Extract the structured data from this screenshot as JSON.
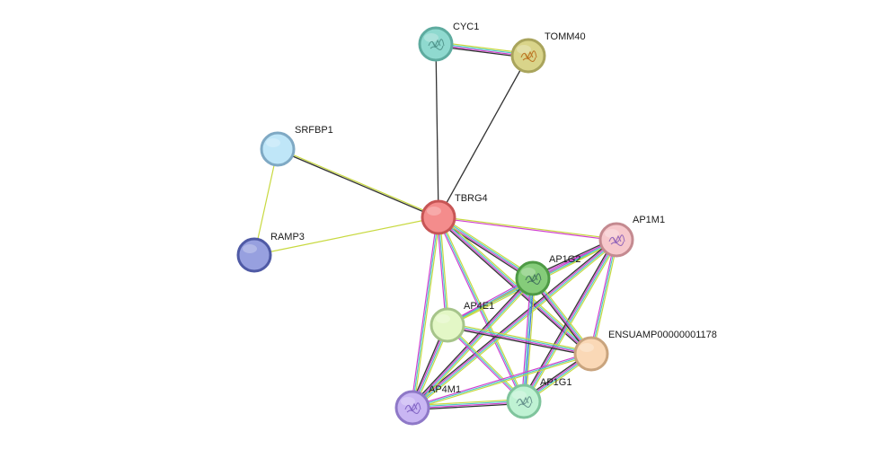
{
  "network": {
    "nodes": [
      {
        "id": "CYC1",
        "label": "CYC1",
        "fill": "#8fd9cf",
        "stroke": "#5eab9f",
        "glyph": "structure-icon",
        "glyph_color": "#4d8f86"
      },
      {
        "id": "TOMM40",
        "label": "TOMM40",
        "fill": "#d9d48a",
        "stroke": "#a9a45c",
        "glyph": "structure-icon",
        "glyph_color": "#b86a1a"
      },
      {
        "id": "SRFBP1",
        "label": "SRFBP1",
        "fill": "#bfe6f8",
        "stroke": "#7fa9c4",
        "glyph": "",
        "glyph_color": ""
      },
      {
        "id": "TBRG4",
        "label": "TBRG4",
        "fill": "#f48c8c",
        "stroke": "#c75555",
        "glyph": "",
        "glyph_color": ""
      },
      {
        "id": "RAMP3",
        "label": "RAMP3",
        "fill": "#97a0df",
        "stroke": "#4f5aa5",
        "glyph": "",
        "glyph_color": ""
      },
      {
        "id": "AP1M1",
        "label": "AP1M1",
        "fill": "#f6c8cc",
        "stroke": "#c48a90",
        "glyph": "structure-icon",
        "glyph_color": "#8a5cb8"
      },
      {
        "id": "AP1G2",
        "label": "AP1G2",
        "fill": "#85cc7a",
        "stroke": "#4e9a45",
        "glyph": "structure-icon",
        "glyph_color": "#3c6a5a"
      },
      {
        "id": "AP4E1",
        "label": "AP4E1",
        "fill": "#e3f7c6",
        "stroke": "#a6c48a",
        "glyph": "",
        "glyph_color": ""
      },
      {
        "id": "ENSUAMP00000001178",
        "label": "ENSUAMP00000001178",
        "fill": "#fad8b6",
        "stroke": "#c9a47e",
        "glyph": "",
        "glyph_color": ""
      },
      {
        "id": "AP4M1",
        "label": "AP4M1",
        "fill": "#c9b6f3",
        "stroke": "#8e78c7",
        "glyph": "structure-icon",
        "glyph_color": "#7a5cc0"
      },
      {
        "id": "AP1G1",
        "label": "AP1G1",
        "fill": "#bff2d3",
        "stroke": "#7fc49c",
        "glyph": "structure-icon",
        "glyph_color": "#5e8a86"
      }
    ],
    "edges": [
      {
        "source": "CYC1",
        "target": "TOMM40",
        "evidence": [
          "#c8d940",
          "#4ec9c9",
          "#d040d0",
          "#333333"
        ]
      },
      {
        "source": "CYC1",
        "target": "TBRG4",
        "evidence": [
          "#333333"
        ]
      },
      {
        "source": "TOMM40",
        "target": "TBRG4",
        "evidence": [
          "#333333"
        ]
      },
      {
        "source": "SRFBP1",
        "target": "TBRG4",
        "evidence": [
          "#c8d940",
          "#333333"
        ]
      },
      {
        "source": "SRFBP1",
        "target": "RAMP3",
        "evidence": [
          "#c8d940"
        ]
      },
      {
        "source": "RAMP3",
        "target": "TBRG4",
        "evidence": [
          "#c8d940"
        ]
      },
      {
        "source": "TBRG4",
        "target": "AP1M1",
        "evidence": [
          "#c8d940",
          "#d040d0"
        ]
      },
      {
        "source": "TBRG4",
        "target": "AP1G2",
        "evidence": [
          "#c8d940",
          "#4ec9c9",
          "#d040d0",
          "#333333"
        ]
      },
      {
        "source": "TBRG4",
        "target": "AP4E1",
        "evidence": [
          "#c8d940",
          "#4ec9c9",
          "#d040d0"
        ]
      },
      {
        "source": "TBRG4",
        "target": "ENSUAMP00000001178",
        "evidence": [
          "#c8d940",
          "#4ec9c9",
          "#d040d0",
          "#333333"
        ]
      },
      {
        "source": "TBRG4",
        "target": "AP4M1",
        "evidence": [
          "#c8d940",
          "#4ec9c9",
          "#d040d0"
        ]
      },
      {
        "source": "TBRG4",
        "target": "AP1G1",
        "evidence": [
          "#c8d940",
          "#4ec9c9",
          "#d040d0"
        ]
      },
      {
        "source": "AP1M1",
        "target": "AP1G2",
        "evidence": [
          "#c8d940",
          "#4ec9c9",
          "#d040d0",
          "#333333"
        ]
      },
      {
        "source": "AP1M1",
        "target": "AP4E1",
        "evidence": [
          "#c8d940",
          "#4ec9c9",
          "#d040d0"
        ]
      },
      {
        "source": "AP1M1",
        "target": "ENSUAMP00000001178",
        "evidence": [
          "#c8d940",
          "#4ec9c9",
          "#d040d0"
        ]
      },
      {
        "source": "AP1M1",
        "target": "AP4M1",
        "evidence": [
          "#c8d940",
          "#4ec9c9",
          "#d040d0",
          "#333333"
        ]
      },
      {
        "source": "AP1M1",
        "target": "AP1G1",
        "evidence": [
          "#c8d940",
          "#4ec9c9",
          "#d040d0",
          "#333333"
        ]
      },
      {
        "source": "AP1G2",
        "target": "AP4E1",
        "evidence": [
          "#c8d940",
          "#4ec9c9",
          "#d040d0"
        ]
      },
      {
        "source": "AP1G2",
        "target": "ENSUAMP00000001178",
        "evidence": [
          "#c8d940",
          "#4ec9c9",
          "#d040d0",
          "#333333"
        ]
      },
      {
        "source": "AP1G2",
        "target": "AP4M1",
        "evidence": [
          "#c8d940",
          "#4ec9c9",
          "#d040d0",
          "#333333"
        ]
      },
      {
        "source": "AP1G2",
        "target": "AP1G1",
        "evidence": [
          "#c8d940",
          "#3a7ad9",
          "#4ec9c9",
          "#d040d0"
        ]
      },
      {
        "source": "AP4E1",
        "target": "ENSUAMP00000001178",
        "evidence": [
          "#c8d940",
          "#4ec9c9",
          "#d040d0",
          "#333333"
        ]
      },
      {
        "source": "AP4E1",
        "target": "AP4M1",
        "evidence": [
          "#c8d940",
          "#4ec9c9",
          "#d040d0",
          "#333333"
        ]
      },
      {
        "source": "AP4E1",
        "target": "AP1G1",
        "evidence": [
          "#c8d940",
          "#4ec9c9",
          "#d040d0"
        ]
      },
      {
        "source": "ENSUAMP00000001178",
        "target": "AP4M1",
        "evidence": [
          "#c8d940",
          "#4ec9c9",
          "#d040d0"
        ]
      },
      {
        "source": "ENSUAMP00000001178",
        "target": "AP1G1",
        "evidence": [
          "#c8d940",
          "#4ec9c9",
          "#d040d0",
          "#333333"
        ]
      },
      {
        "source": "AP4M1",
        "target": "AP1G1",
        "evidence": [
          "#c8d940",
          "#4ec9c9",
          "#d040d0",
          "#333333"
        ]
      }
    ]
  }
}
